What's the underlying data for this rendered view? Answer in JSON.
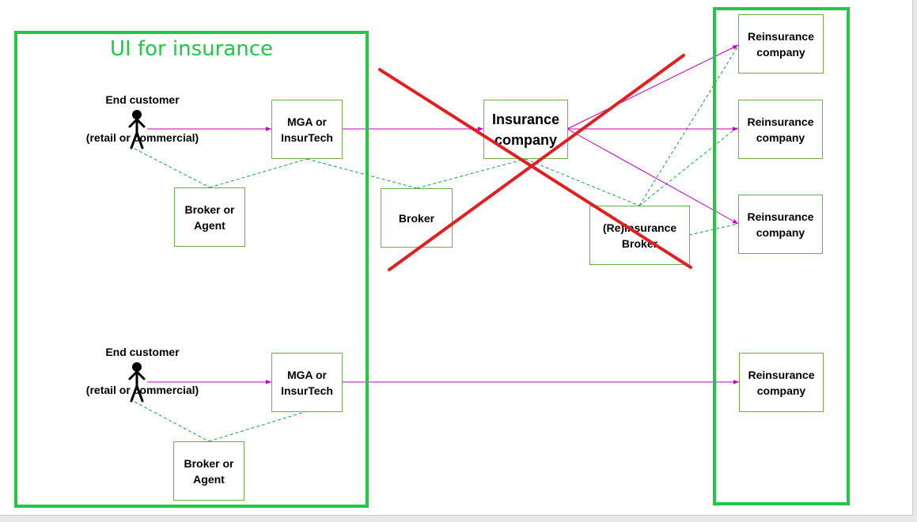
{
  "ui_title": "UI for insurance",
  "end_customer_top": {
    "line1": "End customer",
    "line2": "(retail or commercial)"
  },
  "end_customer_bottom": {
    "line1": "End customer",
    "line2": "(retail or commercial)"
  },
  "mga_top": "MGA or\nInsurTech",
  "mga_bottom": "MGA or\nInsurTech",
  "broker_agent_top": "Broker or\nAgent",
  "broker_agent_bottom": "Broker or\nAgent",
  "broker": "Broker",
  "insurance_company": "Insurance\ncompany",
  "reinsurance_broker": "(Re)insurance\nBroker",
  "reinsurance_companies": [
    "Reinsurance\ncompany",
    "Reinsurance\ncompany",
    "Reinsurance\ncompany",
    "Reinsurance\ncompany"
  ],
  "colors": {
    "frame_green": "#22c744",
    "box_border": "#70ad47",
    "flow_arrow": "#c000c0",
    "dashed_link": "#1a9e4a",
    "cross_out": "#e02020"
  }
}
